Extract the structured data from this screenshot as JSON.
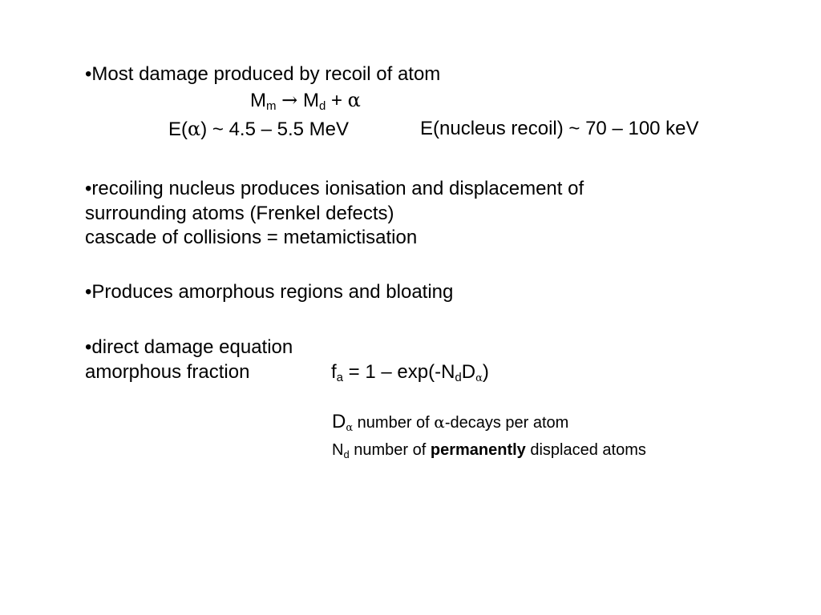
{
  "section1": {
    "bullet": "•Most damage produced by recoil of atom",
    "reaction": {
      "m1": "M",
      "m1_sub": "m",
      "arrow": "→",
      "m2": "M",
      "m2_sub": "d",
      "plus": "+",
      "alpha": "α"
    },
    "energy": {
      "alpha_prefix": "E(",
      "alpha_symbol": "α",
      "alpha_suffix": ") ~ 4.5 – 5.5 MeV",
      "recoil": "E(nucleus recoil) ~ 70 – 100 keV"
    }
  },
  "section2": {
    "line1": "•recoiling nucleus produces ionisation and displacement of",
    "line2": "surrounding atoms (Frenkel defects)",
    "line3": "cascade of collisions = metamictisation"
  },
  "section3": {
    "line1": "•Produces amorphous regions and bloating"
  },
  "section4": {
    "line1": "•direct damage equation",
    "label": "amorphous fraction",
    "eq": {
      "f": "f",
      "f_sub": "a",
      "mid": " = 1 – exp(-N",
      "n_sub": "d",
      "d": "D",
      "alpha_sub": "α",
      "close": ")"
    }
  },
  "definitions": {
    "d_alpha": {
      "symbol": "D",
      "sub": "α",
      "text1": " number of ",
      "alpha": "α",
      "text2": "-decays per atom"
    },
    "n_d": {
      "symbol": "N",
      "sub": "d",
      "text1": " number of ",
      "bold": "permanently",
      "text2": " displaced atoms"
    }
  }
}
